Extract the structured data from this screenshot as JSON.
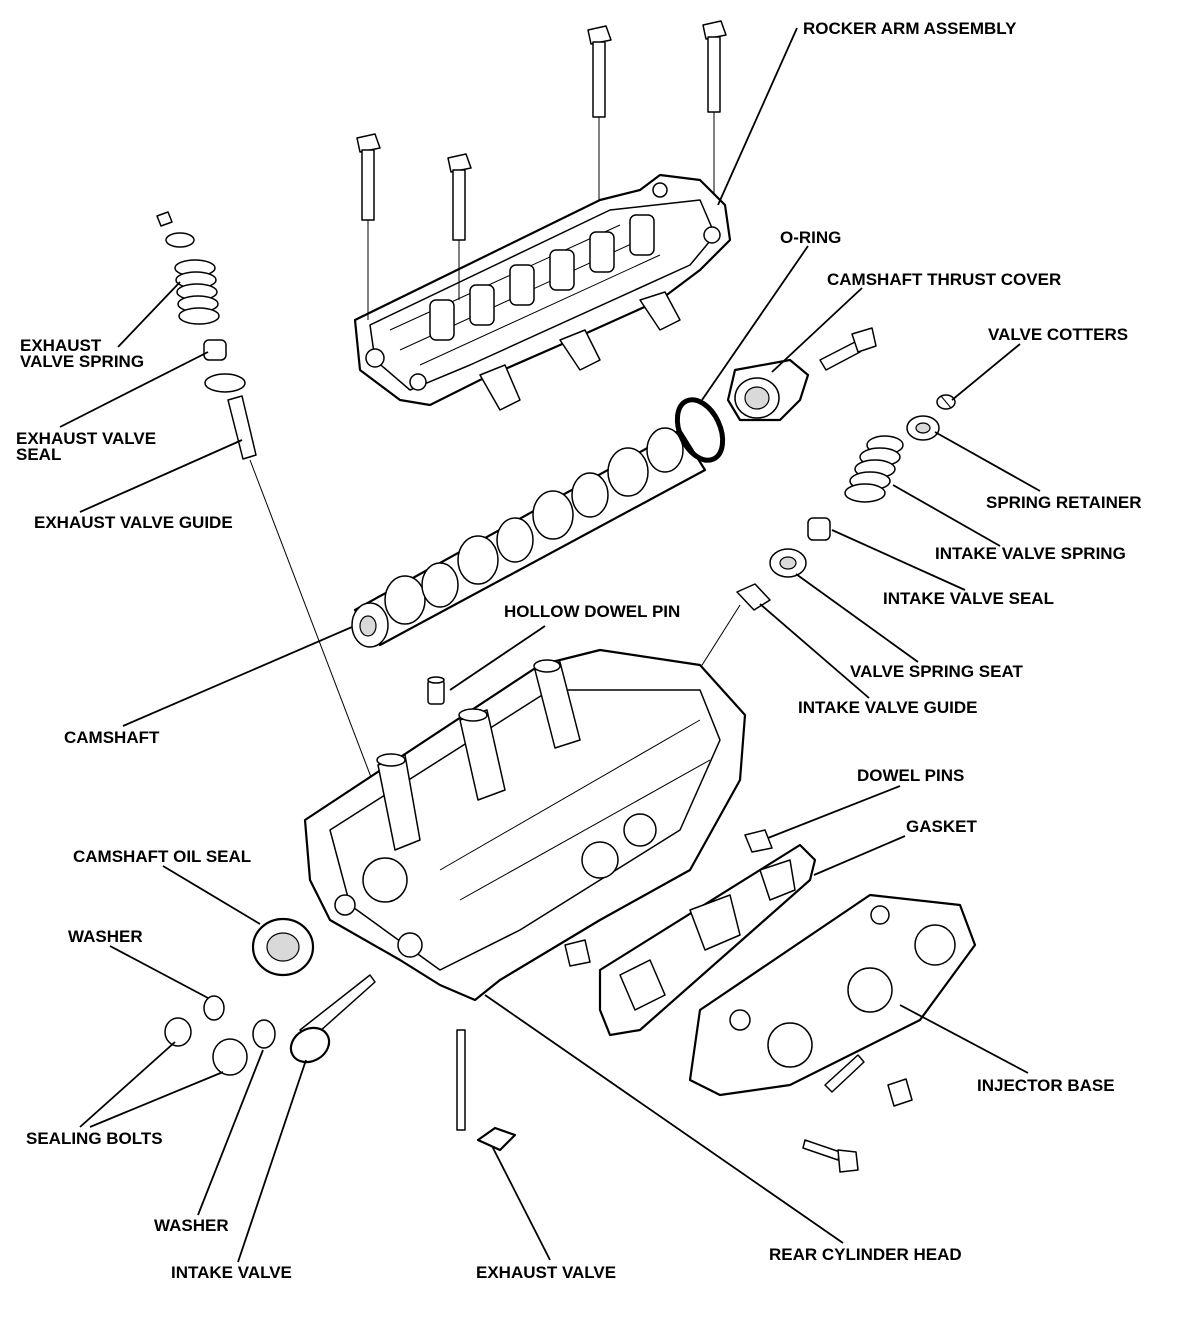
{
  "diagram": {
    "labels": {
      "rocker_arm_assembly": "ROCKER ARM ASSEMBLY",
      "o_ring": "O-RING",
      "camshaft_thrust_cover": "CAMSHAFT THRUST COVER",
      "valve_cotters": "VALVE COTTERS",
      "exhaust_valve_spring_1": "EXHAUST",
      "exhaust_valve_spring_2": "VALVE SPRING",
      "exhaust_valve_seal_1": "EXHAUST VALVE",
      "exhaust_valve_seal_2": "SEAL",
      "exhaust_valve_guide": "EXHAUST VALVE GUIDE",
      "spring_retainer": "SPRING RETAINER",
      "intake_valve_spring": "INTAKE VALVE SPRING",
      "intake_valve_seal": "INTAKE VALVE SEAL",
      "hollow_dowel_pin": "HOLLOW DOWEL PIN",
      "valve_spring_seat": "VALVE SPRING SEAT",
      "intake_valve_guide": "INTAKE VALVE GUIDE",
      "camshaft": "CAMSHAFT",
      "dowel_pins": "DOWEL PINS",
      "gasket": "GASKET",
      "camshaft_oil_seal": "CAMSHAFT OIL SEAL",
      "washer_top": "WASHER",
      "injector_base": "INJECTOR BASE",
      "sealing_bolts": "SEALING BOLTS",
      "washer_bottom": "WASHER",
      "rear_cylinder_head": "REAR CYLINDER HEAD",
      "intake_valve": "INTAKE VALVE",
      "exhaust_valve": "EXHAUST VALVE"
    }
  }
}
